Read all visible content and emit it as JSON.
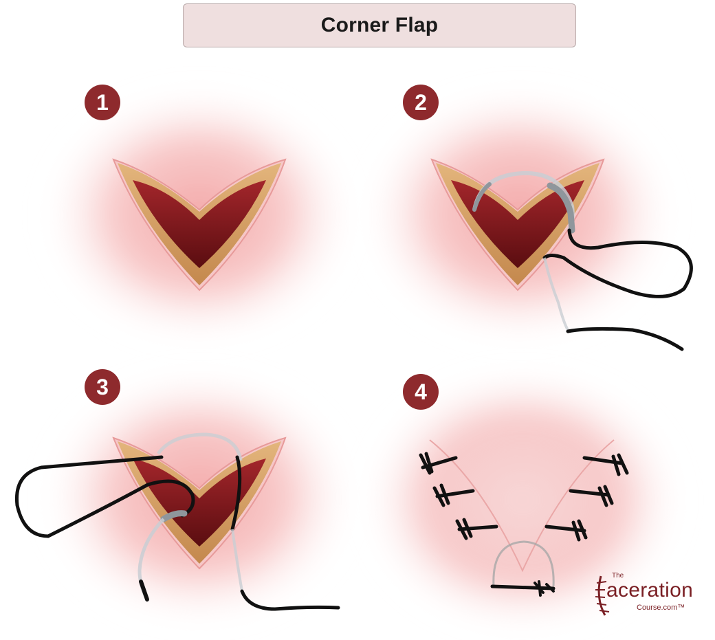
{
  "title": "Corner Flap",
  "steps": [
    {
      "number": "1"
    },
    {
      "number": "2"
    },
    {
      "number": "3"
    },
    {
      "number": "4"
    }
  ],
  "logo": {
    "the": "The",
    "main": "aceration",
    "sub": "Course.com™"
  },
  "colors": {
    "badge": "#8e2a2d",
    "wound_deep": "#6a1014",
    "wound_edge": "#d6a168",
    "skin_glow": "#f08a8a",
    "suture": "#111111",
    "needle": "#9aa0a6"
  }
}
